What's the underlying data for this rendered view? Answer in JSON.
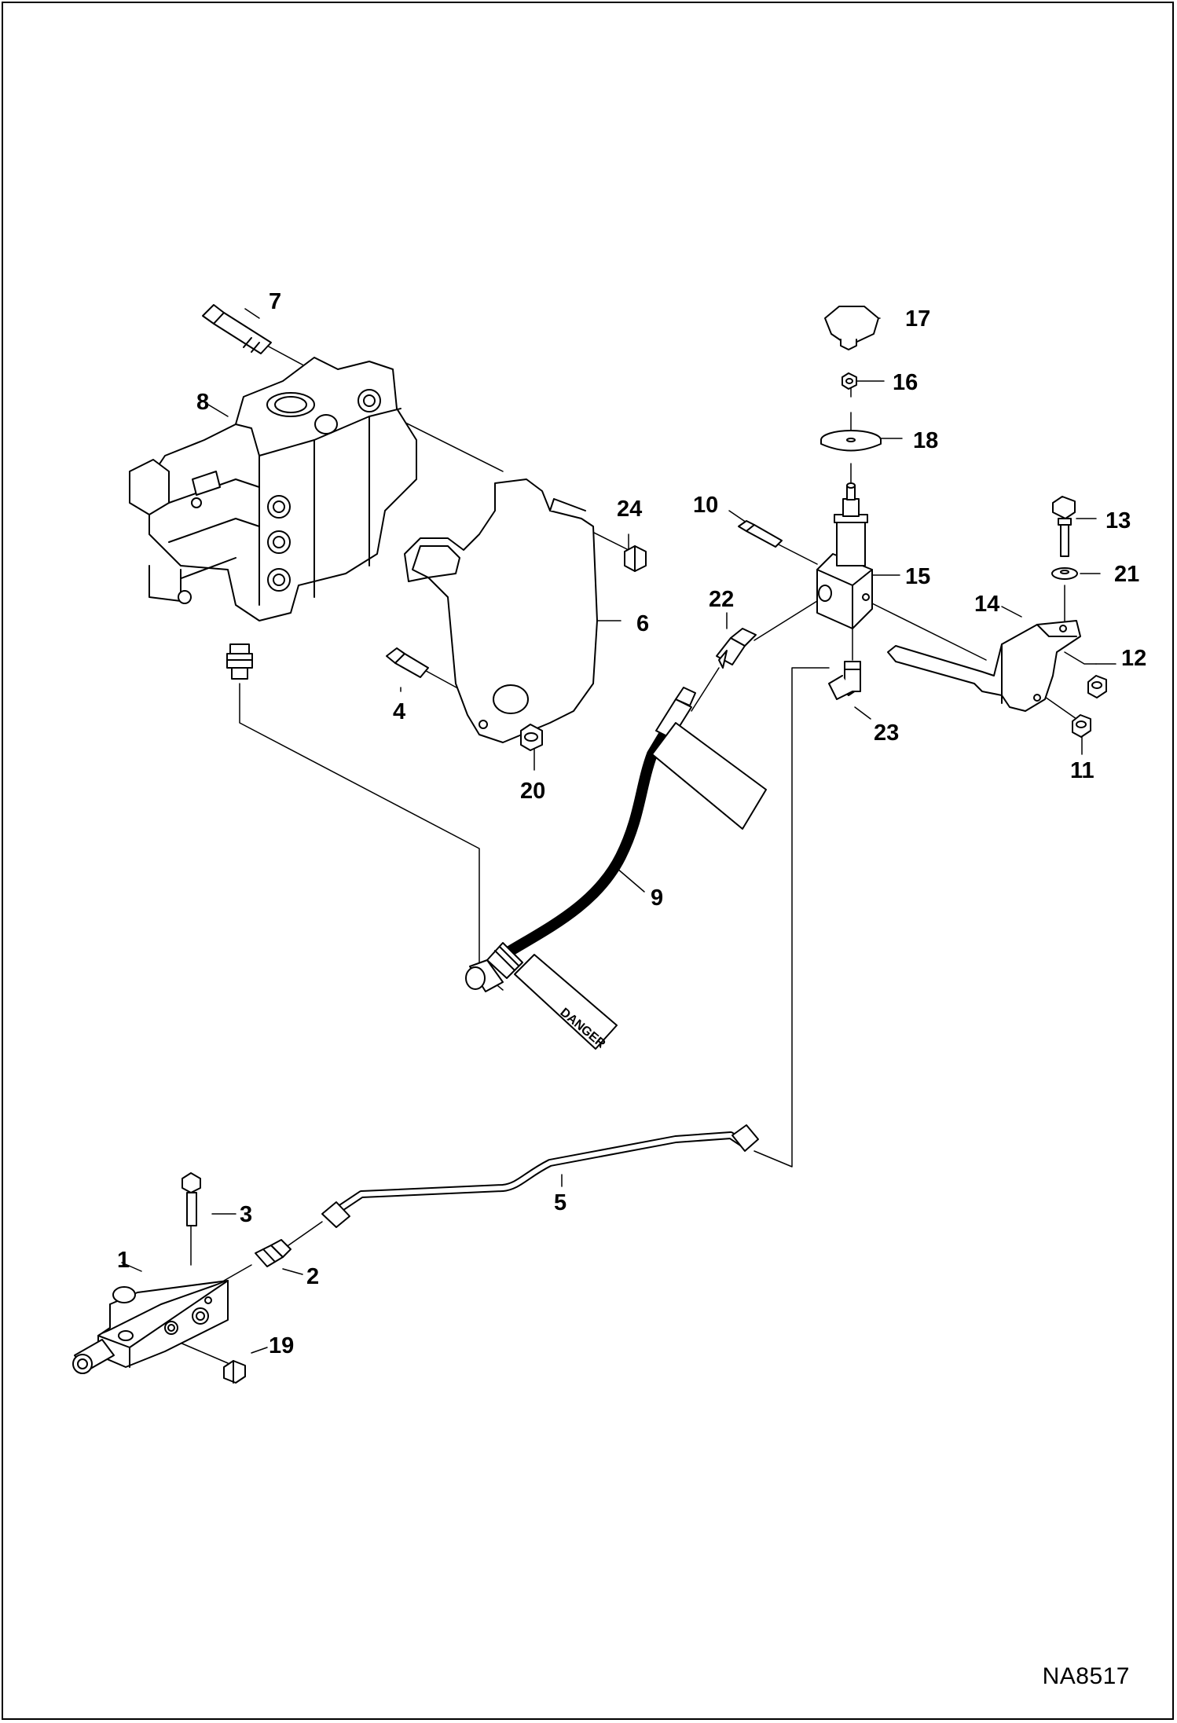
{
  "drawing_id": "NA8517",
  "callouts": [
    {
      "id": "p1",
      "label": "1"
    },
    {
      "id": "p2",
      "label": "2"
    },
    {
      "id": "p3",
      "label": "3"
    },
    {
      "id": "p4",
      "label": "4"
    },
    {
      "id": "p5",
      "label": "5"
    },
    {
      "id": "p6",
      "label": "6"
    },
    {
      "id": "p7",
      "label": "7"
    },
    {
      "id": "p8",
      "label": "8"
    },
    {
      "id": "p9",
      "label": "9"
    },
    {
      "id": "p10",
      "label": "10"
    },
    {
      "id": "p11",
      "label": "11"
    },
    {
      "id": "p12",
      "label": "12"
    },
    {
      "id": "p13",
      "label": "13"
    },
    {
      "id": "p14",
      "label": "14"
    },
    {
      "id": "p15",
      "label": "15"
    },
    {
      "id": "p16",
      "label": "16"
    },
    {
      "id": "p17",
      "label": "17"
    },
    {
      "id": "p18",
      "label": "18"
    },
    {
      "id": "p19",
      "label": "19"
    },
    {
      "id": "p20",
      "label": "20"
    },
    {
      "id": "p21",
      "label": "21"
    },
    {
      "id": "p22",
      "label": "22"
    },
    {
      "id": "p23",
      "label": "23"
    },
    {
      "id": "p24",
      "label": "24"
    }
  ],
  "decal_text": "DANGER"
}
